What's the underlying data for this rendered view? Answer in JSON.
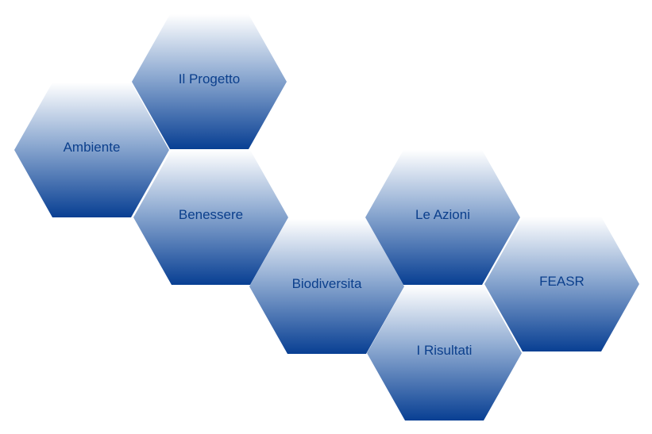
{
  "colors": {
    "top": "#ffffff",
    "bottom": "#083f93",
    "text": "#0b3f8c"
  },
  "nav": {
    "items": [
      {
        "label": "Il Progetto"
      },
      {
        "label": "Ambiente"
      },
      {
        "label": "Benessere"
      },
      {
        "label": "Biodiversita"
      },
      {
        "label": "Le Azioni"
      },
      {
        "label": "FEASR"
      },
      {
        "label": "I Risultati"
      }
    ]
  }
}
